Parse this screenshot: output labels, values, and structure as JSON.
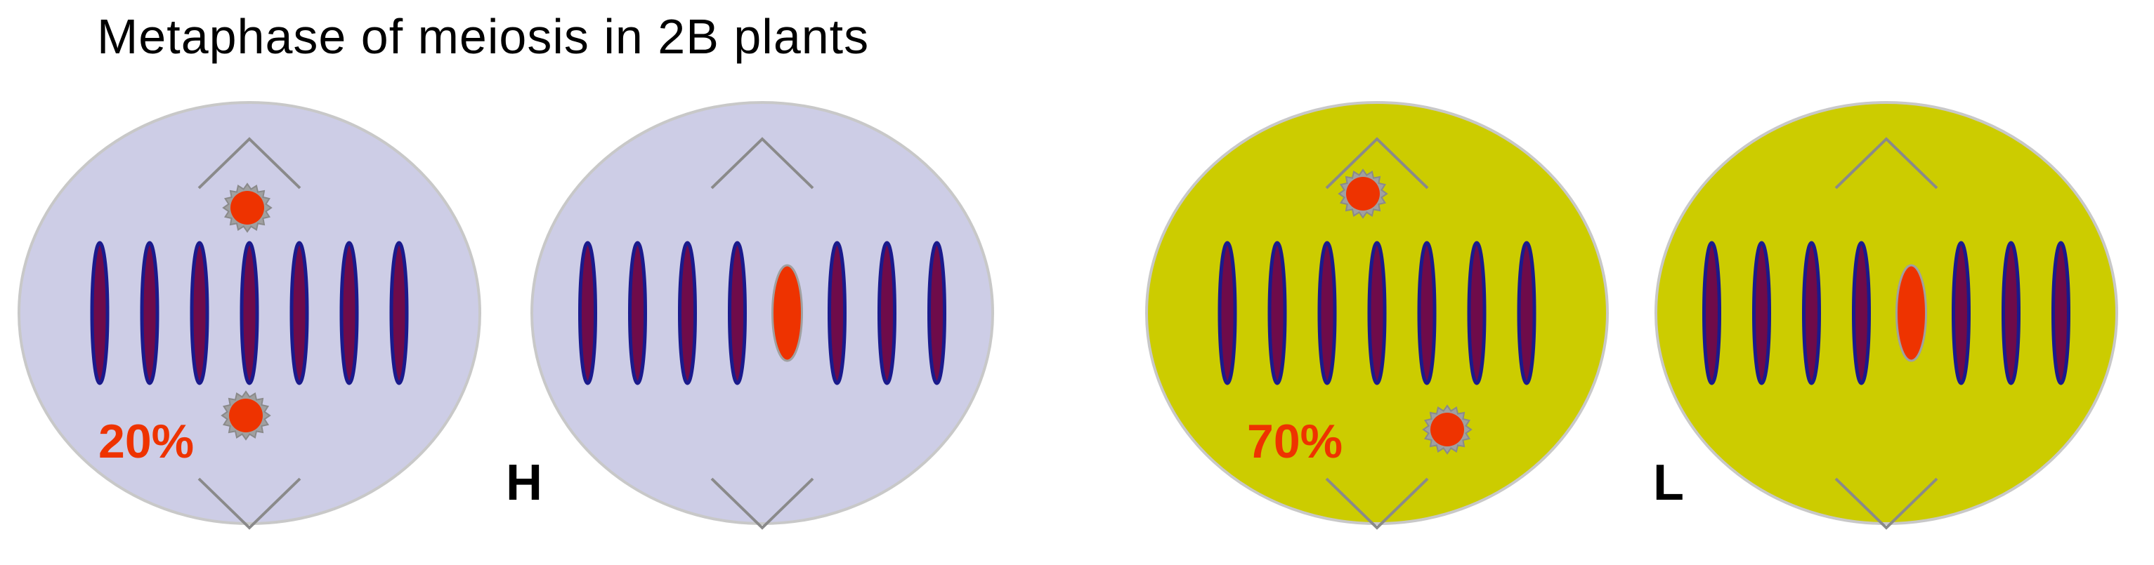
{
  "title": "Metaphase of meiosis in 2B plants",
  "colors": {
    "cell_H": "#cdcde6",
    "cell_L": "#cccc00",
    "cell_edge": "#c8c8c8",
    "chromosome_fill": "#6e0b4a",
    "chromosome_edge": "#1a1a8c",
    "b_chromosome": "#ee3300",
    "spindle_pole": "#8a8a8a",
    "percent_text": "#ee3300"
  },
  "panels": [
    {
      "group_label": "H",
      "cells": [
        {
          "fill": "cell_H",
          "chromosomes_at_plate": 7,
          "plate_b_chromosome": false,
          "b_chromosomes_at_poles": true,
          "percent_label": "20%"
        },
        {
          "fill": "cell_H",
          "chromosomes_at_plate": 8,
          "plate_b_chromosome": true,
          "b_chromosomes_at_poles": false,
          "percent_label": ""
        }
      ]
    },
    {
      "group_label": "L",
      "cells": [
        {
          "fill": "cell_L",
          "chromosomes_at_plate": 7,
          "plate_b_chromosome": false,
          "b_chromosomes_at_poles": true,
          "percent_label": "70%"
        },
        {
          "fill": "cell_L",
          "chromosomes_at_plate": 8,
          "plate_b_chromosome": true,
          "b_chromosomes_at_poles": false,
          "percent_label": ""
        }
      ]
    }
  ]
}
